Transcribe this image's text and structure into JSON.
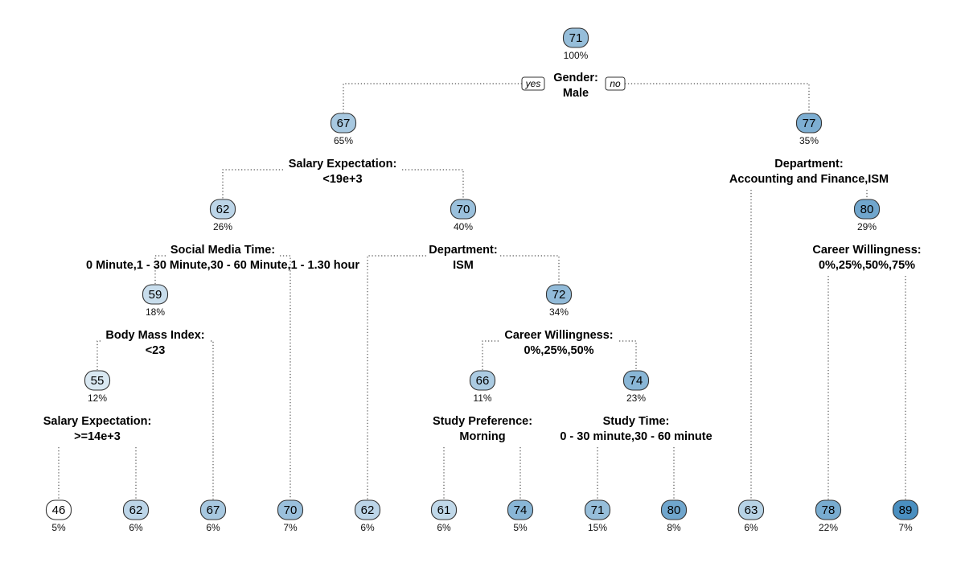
{
  "tree": {
    "branch_labels": {
      "yes": "yes",
      "no": "no"
    },
    "colors": {
      "low": "#ffffff",
      "high": "#4a8fc0",
      "value_range": [
        46,
        89
      ]
    },
    "nodes": [
      {
        "id": "root",
        "value": "71",
        "pct": "100%",
        "split": [
          "Gender:",
          "Male"
        ]
      },
      {
        "id": "n67",
        "parent": "root",
        "side": "yes",
        "value": "67",
        "pct": "65%",
        "split": [
          "Salary Expectation:",
          "<19e+3"
        ]
      },
      {
        "id": "n77",
        "parent": "root",
        "side": "no",
        "value": "77",
        "pct": "35%",
        "split": [
          "Department:",
          "Accounting and Finance,ISM"
        ]
      },
      {
        "id": "n62a",
        "parent": "n67",
        "side": "yes",
        "value": "62",
        "pct": "26%",
        "split": [
          "Social Media Time:",
          "0 Minute,1 - 30 Minute,30 - 60 Minute,1 - 1.30 hour"
        ]
      },
      {
        "id": "n70a",
        "parent": "n67",
        "side": "no",
        "value": "70",
        "pct": "40%",
        "split": [
          "Department:",
          "ISM"
        ]
      },
      {
        "id": "n59",
        "parent": "n62a",
        "side": "yes",
        "value": "59",
        "pct": "18%",
        "split": [
          "Body Mass Index:",
          "<23"
        ]
      },
      {
        "id": "n55",
        "parent": "n59",
        "side": "yes",
        "value": "55",
        "pct": "12%",
        "split": [
          "Salary Expectation:",
          ">=14e+3"
        ]
      },
      {
        "id": "n72",
        "parent": "n70a",
        "side": "no",
        "value": "72",
        "pct": "34%",
        "split": [
          "Career Willingness:",
          "0%,25%,50%"
        ]
      },
      {
        "id": "n66",
        "parent": "n72",
        "side": "yes",
        "value": "66",
        "pct": "11%",
        "split": [
          "Study Preference:",
          "Morning"
        ]
      },
      {
        "id": "n74a",
        "parent": "n72",
        "side": "no",
        "value": "74",
        "pct": "23%",
        "split": [
          "Study Time:",
          "0 - 30 minute,30 - 60 minute"
        ]
      },
      {
        "id": "n80a",
        "parent": "n77",
        "side": "no",
        "value": "80",
        "pct": "29%",
        "split": [
          "Career Willingness:",
          "0%,25%,50%,75%"
        ]
      },
      {
        "id": "L1",
        "parent": "n55",
        "side": "yes",
        "value": "46",
        "pct": "5%"
      },
      {
        "id": "L2",
        "parent": "n55",
        "side": "no",
        "value": "62",
        "pct": "6%"
      },
      {
        "id": "L3",
        "parent": "n59",
        "side": "no",
        "value": "67",
        "pct": "6%"
      },
      {
        "id": "L4",
        "parent": "n62a",
        "side": "no",
        "value": "70",
        "pct": "7%"
      },
      {
        "id": "L5",
        "parent": "n70a",
        "side": "yes",
        "value": "62",
        "pct": "6%"
      },
      {
        "id": "L6",
        "parent": "n66",
        "side": "yes",
        "value": "61",
        "pct": "6%"
      },
      {
        "id": "L7",
        "parent": "n66",
        "side": "no",
        "value": "74",
        "pct": "5%"
      },
      {
        "id": "L8",
        "parent": "n74a",
        "side": "yes",
        "value": "71",
        "pct": "15%"
      },
      {
        "id": "L9",
        "parent": "n74a",
        "side": "no",
        "value": "80",
        "pct": "8%"
      },
      {
        "id": "L10",
        "parent": "n77",
        "side": "yes",
        "value": "63",
        "pct": "6%"
      },
      {
        "id": "L11",
        "parent": "n80a",
        "side": "yes",
        "value": "78",
        "pct": "22%"
      },
      {
        "id": "L12",
        "parent": "n80a",
        "side": "no",
        "value": "89",
        "pct": "7%"
      }
    ]
  }
}
